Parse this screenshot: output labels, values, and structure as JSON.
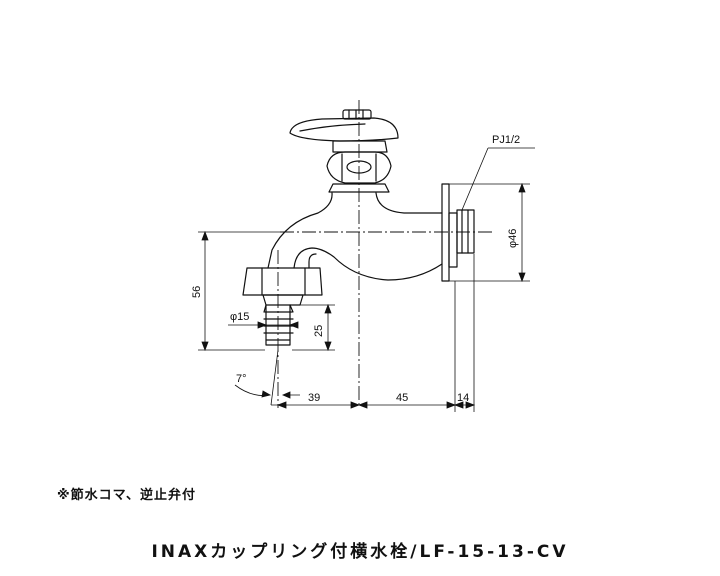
{
  "dimensions": {
    "thread": "PJ1/2",
    "flange_dia": "φ46",
    "height_total": "56",
    "hose_dia": "φ15",
    "hose_len": "25",
    "angle": "7°",
    "len_a": "39",
    "len_b": "45",
    "len_c": "14"
  },
  "note": "※節水コマ、逆止弁付",
  "title": "INAXカップリング付横水栓/LF-15-13-CV"
}
